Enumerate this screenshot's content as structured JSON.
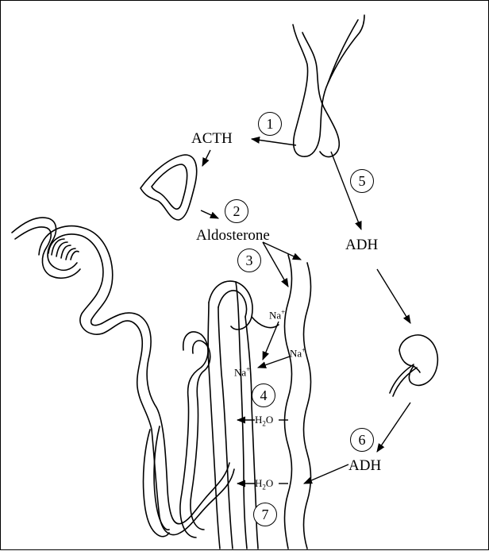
{
  "labels": {
    "acth": "ACTH",
    "aldosterone": "Aldosterone",
    "adh_top": "ADH",
    "adh_bottom": "ADH",
    "na": "Na",
    "na_charge": "+",
    "h2o_h": "H",
    "h2o_sub": "2",
    "h2o_o": "O"
  },
  "steps": [
    "1",
    "2",
    "3",
    "4",
    "5",
    "6",
    "7"
  ]
}
